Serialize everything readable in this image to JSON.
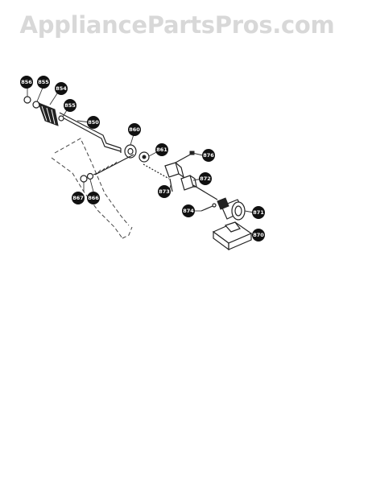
{
  "header": {
    "left_text": "",
    "right_text": ""
  },
  "watermark": "AppliancePartsPros.com",
  "callouts": [
    {
      "id": "856",
      "label": "856"
    },
    {
      "id": "855a",
      "label": "855"
    },
    {
      "id": "854",
      "label": "854"
    },
    {
      "id": "855b",
      "label": "855"
    },
    {
      "id": "850",
      "label": "850"
    },
    {
      "id": "860",
      "label": "860"
    },
    {
      "id": "861",
      "label": "861"
    },
    {
      "id": "876",
      "label": "876"
    },
    {
      "id": "872",
      "label": "872"
    },
    {
      "id": "873",
      "label": "873"
    },
    {
      "id": "874",
      "label": "874"
    },
    {
      "id": "871",
      "label": "871"
    },
    {
      "id": "870",
      "label": "870"
    },
    {
      "id": "867",
      "label": "867"
    },
    {
      "id": "866",
      "label": "866"
    }
  ]
}
